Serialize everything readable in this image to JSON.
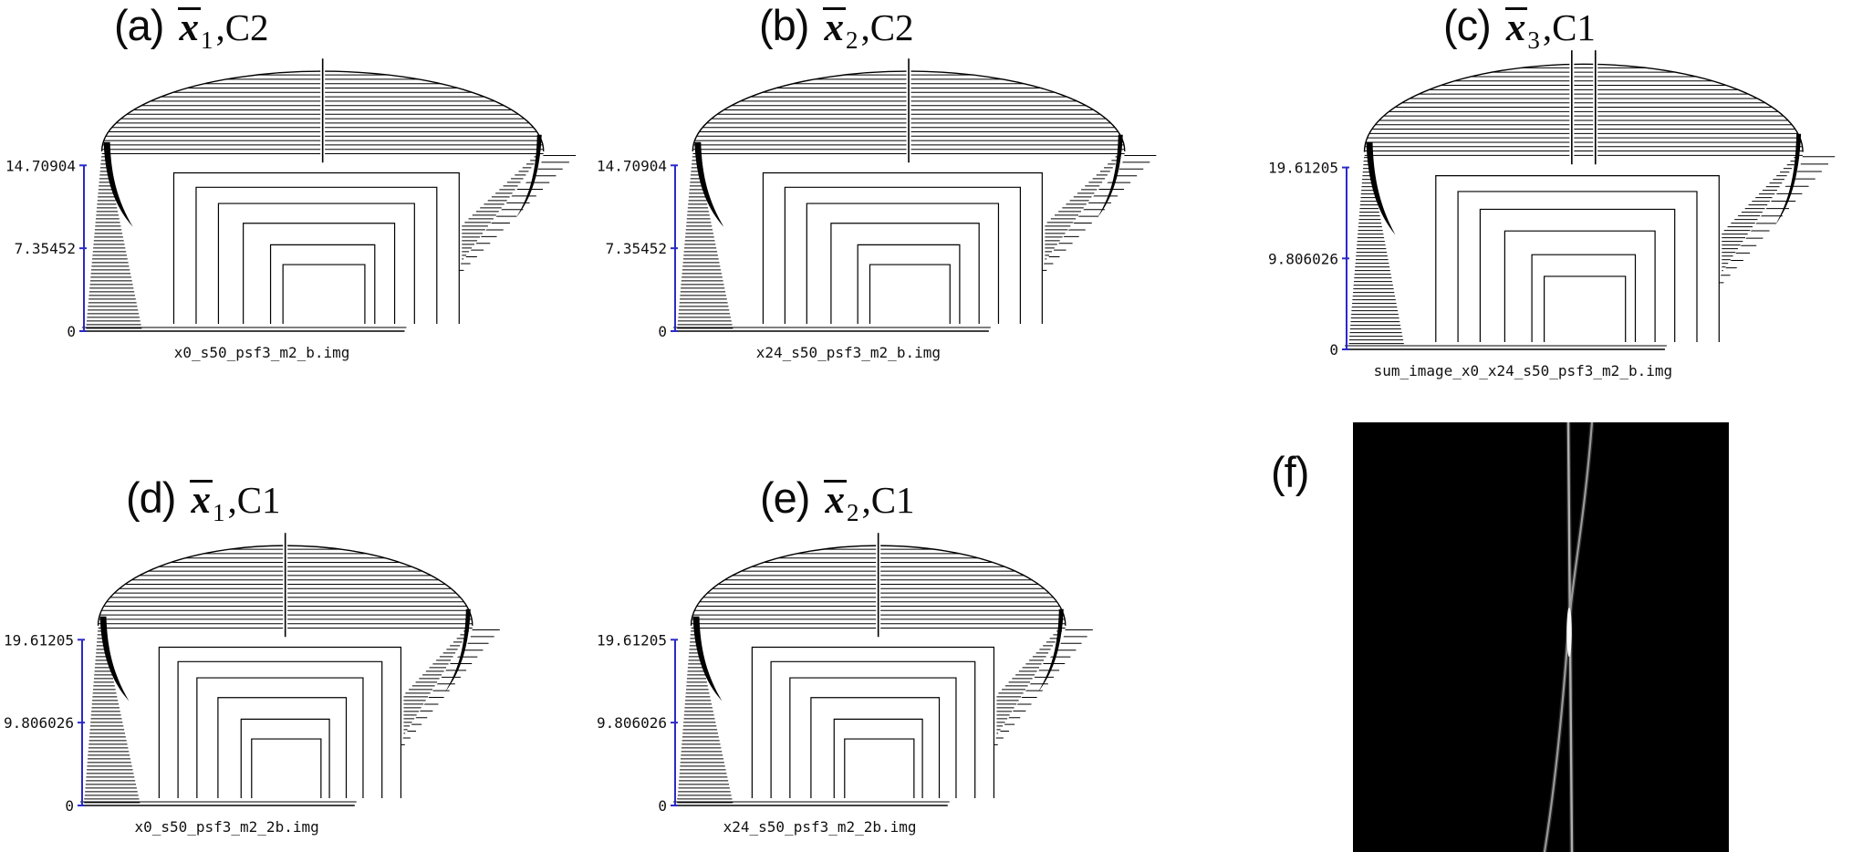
{
  "figure": {
    "colors": {
      "background": "#ffffff",
      "mesh_line": "#000000",
      "axis": "#2a2ac8",
      "image_bg": "#000000",
      "curve": "#909090",
      "curve_bright": "#ffffff"
    },
    "panels": [
      {
        "id": "a",
        "label": "(a)",
        "var": "x",
        "sub": "1",
        "rest": ",C2",
        "ticks": [
          "14.70904",
          "7.35452",
          "0"
        ],
        "caption": "x0_s50_psf3_m2_b.img",
        "spikes": 1
      },
      {
        "id": "b",
        "label": "(b)",
        "var": "x",
        "sub": "2",
        "rest": ",C2",
        "ticks": [
          "14.70904",
          "7.35452",
          "0"
        ],
        "caption": "x24_s50_psf3_m2_b.img",
        "spikes": 1
      },
      {
        "id": "c",
        "label": "(c)",
        "var": "x",
        "sub": "3",
        "rest": ",C1",
        "ticks": [
          "19.61205",
          "9.806026",
          "0"
        ],
        "caption": "sum_image_x0_x24_s50_psf3_m2_b.img",
        "spikes": 2
      },
      {
        "id": "d",
        "label": "(d)",
        "var": "x",
        "sub": "1",
        "rest": ",C1",
        "ticks": [
          "19.61205",
          "9.806026",
          "0"
        ],
        "caption": "x0_s50_psf3_m2_2b.img",
        "spikes": 1
      },
      {
        "id": "e",
        "label": "(e)",
        "var": "x",
        "sub": "2",
        "rest": ",C1",
        "ticks": [
          "19.61205",
          "9.806026",
          "0"
        ],
        "caption": "x24_s50_psf3_m2_2b.img",
        "spikes": 1
      },
      {
        "id": "f",
        "label": "(f)"
      }
    ]
  },
  "chart_data": [
    {
      "type": "3d-surface-mesh",
      "panel": "a",
      "title": "(a) x̄1,C2",
      "zlabel_ticks": [
        0,
        7.35452,
        14.70904
      ],
      "zmax": 14.70904,
      "caption": "x0_s50_psf3_m2_b.img",
      "shape": "flat-topped blurred disk on plane with one thin central spike",
      "spikes": 1,
      "grid": "hidden-line horizontal scan mesh",
      "axis_color": "#2a2ac8"
    },
    {
      "type": "3d-surface-mesh",
      "panel": "b",
      "title": "(b) x̄2,C2",
      "zlabel_ticks": [
        0,
        7.35452,
        14.70904
      ],
      "zmax": 14.70904,
      "caption": "x24_s50_psf3_m2_b.img",
      "shape": "flat-topped blurred disk on plane with one thin central spike",
      "spikes": 1,
      "grid": "hidden-line horizontal scan mesh",
      "axis_color": "#2a2ac8"
    },
    {
      "type": "3d-surface-mesh",
      "panel": "c",
      "title": "(c) x̄3,C1",
      "zlabel_ticks": [
        0,
        9.806026,
        19.61205
      ],
      "zmax": 19.61205,
      "caption": "sum_image_x0_x24_s50_psf3_m2_b.img",
      "shape": "flat-topped blurred disk on plane with two thin central spikes",
      "spikes": 2,
      "grid": "hidden-line horizontal scan mesh",
      "axis_color": "#2a2ac8"
    },
    {
      "type": "3d-surface-mesh",
      "panel": "d",
      "title": "(d) x̄1,C1",
      "zlabel_ticks": [
        0,
        9.806026,
        19.61205
      ],
      "zmax": 19.61205,
      "caption": "x0_s50_psf3_m2_2b.img",
      "shape": "flat-topped blurred disk on plane with one thin central spike",
      "spikes": 1,
      "grid": "hidden-line horizontal scan mesh",
      "axis_color": "#2a2ac8"
    },
    {
      "type": "3d-surface-mesh",
      "panel": "e",
      "title": "(e) x̄2,C1",
      "zlabel_ticks": [
        0,
        9.806026,
        19.61205
      ],
      "zmax": 19.61205,
      "caption": "x24_s50_psf3_m2_2b.img",
      "shape": "flat-topped blurred disk on plane with one thin central spike",
      "spikes": 1,
      "grid": "hidden-line horizontal scan mesh",
      "axis_color": "#2a2ac8"
    },
    {
      "type": "image",
      "panel": "f",
      "title": "(f)",
      "description": "black square grayscale image; one faint near-vertical light line left of center and one faint S-shaped light curve crossing it mid-height with a bright spot at the crossing"
    }
  ]
}
